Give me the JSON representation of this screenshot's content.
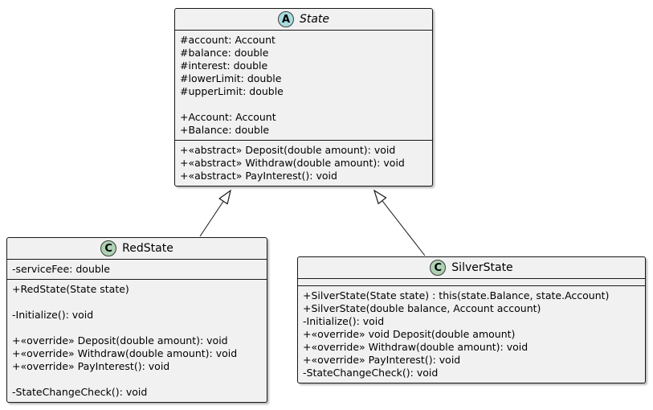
{
  "diagram_type": "uml-class-diagram",
  "colors": {
    "box_fill": "#F1F1F1",
    "box_border": "#181818",
    "abstract_icon_fill": "#A9DCDF",
    "class_icon_fill": "#ADD1B2",
    "arrow_color": "#181818"
  },
  "classes": [
    {
      "name": "State",
      "kind": "abstract",
      "stereotype_letter": "A",
      "attributes": [
        "#account: Account",
        "#balance: double",
        "#interest: double",
        "#lowerLimit: double",
        "#upperLimit: double",
        "",
        "+Account: Account",
        "+Balance: double"
      ],
      "methods": [
        "+«abstract» Deposit(double amount): void",
        "+«abstract» Withdraw(double amount): void",
        "+«abstract» PayInterest(): void"
      ]
    },
    {
      "name": "RedState",
      "kind": "class",
      "stereotype_letter": "C",
      "attributes": [
        "-serviceFee: double"
      ],
      "methods": [
        "+RedState(State state)",
        "",
        "-Initialize(): void",
        "",
        "+«override» Deposit(double amount): void",
        "+«override» Withdraw(double amount): void",
        "+«override» PayInterest(): void",
        "",
        "-StateChangeCheck(): void"
      ]
    },
    {
      "name": "SilverState",
      "kind": "class",
      "stereotype_letter": "C",
      "attributes": [],
      "methods": [
        "+SilverState(State state) : this(state.Balance, state.Account)",
        "+SilverState(double balance, Account account)",
        "-Initialize(): void",
        "+«override» void Deposit(double amount)",
        "+«override» Withdraw(double amount): void",
        "+«override» PayInterest(): void",
        "-StateChangeCheck(): void"
      ]
    }
  ],
  "relations": [
    {
      "from": "RedState",
      "to": "State",
      "type": "inheritance"
    },
    {
      "from": "SilverState",
      "to": "State",
      "type": "inheritance"
    }
  ]
}
